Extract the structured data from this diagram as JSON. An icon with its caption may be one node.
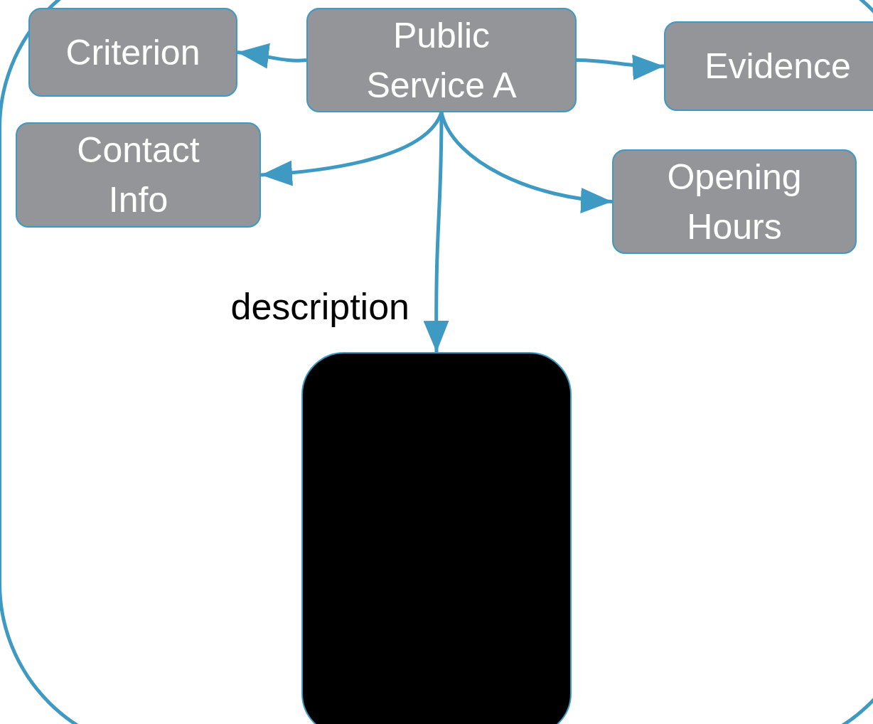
{
  "diagram": {
    "nodes": [
      {
        "text": [],
        "shape": "box"
      },
      {
        "text": [
          "Criterion"
        ],
        "in": 0
      },
      {
        "text": [
          "Public Service A"
        ],
        "in": 0
      },
      {
        "text": [
          "Evidence"
        ],
        "in": 0
      },
      {
        "text": [
          "Contact Info"
        ],
        "in": 0
      },
      {
        "text": [
          "Opening Hours"
        ],
        "in": 0
      },
      {
        "text": [],
        "shape": "box",
        "in": 0
      }
    ],
    "edges": [
      {
        "from": 2,
        "to": 1,
        "arrow": "to"
      },
      {
        "from": 2,
        "to": 3,
        "arrow": "to"
      },
      {
        "from": 2,
        "to": 4,
        "arrow": "to"
      },
      {
        "from": 2,
        "to": 5,
        "arrow": "to"
      },
      {
        "from": 2,
        "to": 6,
        "arrow": "to",
        "label": "description"
      }
    ]
  }
}
